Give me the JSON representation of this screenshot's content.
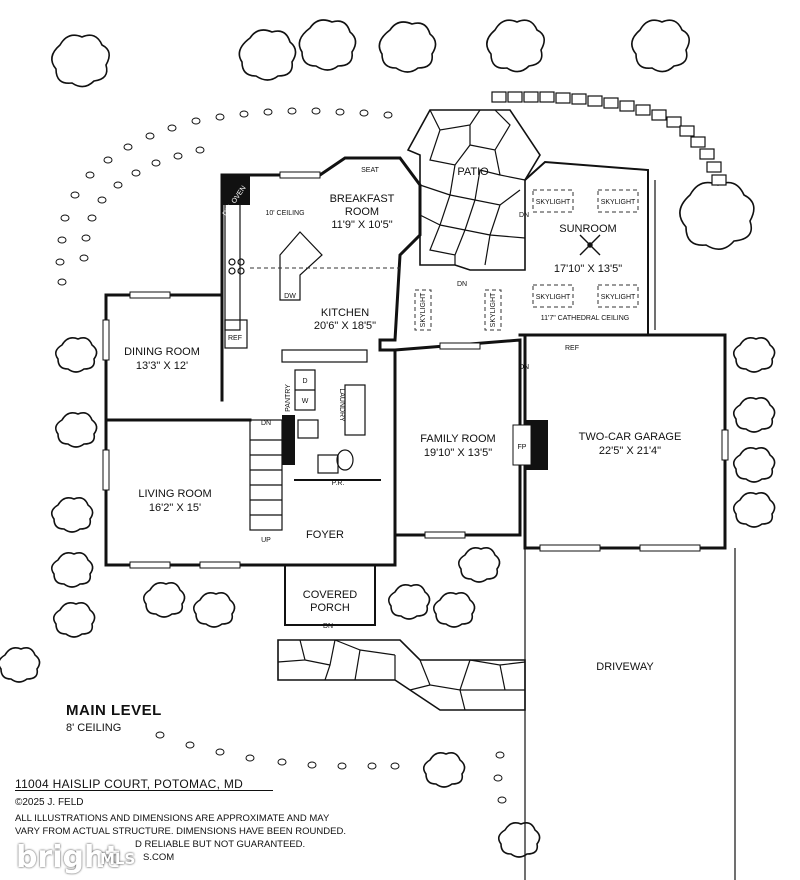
{
  "rooms": {
    "breakfast": {
      "name_line1": "BREAKFAST",
      "name_line2": "ROOM",
      "dims": "11'9\" X 10'5\""
    },
    "kitchen": {
      "name": "KITCHEN",
      "dims": "20'6\" X 18'5\"",
      "ceiling": "10' CEILING"
    },
    "sunroom": {
      "name": "SUNROOM",
      "dims": "17'10\" X 13'5\"",
      "ceiling": "11'7\" CATHEDRAL CEILING"
    },
    "patio": {
      "name": "PATIO"
    },
    "dining": {
      "name": "DINING ROOM",
      "dims": "13'3\" X 12'"
    },
    "living": {
      "name": "LIVING ROOM",
      "dims": "16'2\" X 15'"
    },
    "family": {
      "name": "FAMILY ROOM",
      "dims": "19'10\" X 13'5\""
    },
    "garage": {
      "name": "TWO-CAR GARAGE",
      "dims": "22'5\" X 21'4\""
    },
    "foyer": {
      "name": "FOYER"
    },
    "porch": {
      "name_line1": "COVERED",
      "name_line2": "PORCH"
    },
    "pantry": {
      "name": "PANTRY"
    },
    "laundry": {
      "name": "LAUNDRY"
    },
    "powder": {
      "name": "P.R."
    },
    "driveway": {
      "name": "DRIVEWAY"
    }
  },
  "fixtures": {
    "seat": "SEAT",
    "dbl_oven": "DBL OVEN",
    "dw": "DW",
    "ref_kitchen": "REF",
    "ref_garage": "REF",
    "skylight": "SKYLIGHT",
    "fp": "FP",
    "washer": "W",
    "dryer": "D",
    "dn": "DN",
    "up": "UP"
  },
  "level": {
    "title": "MAIN LEVEL",
    "subtitle": "8' CEILING"
  },
  "footer": {
    "address": "11004 HAISLIP COURT, POTOMAC, MD",
    "copyright": "©2025 J. FELD",
    "disclaimer_1": "ALL ILLUSTRATIONS AND DIMENSIONS ARE APPROXIMATE AND MAY",
    "disclaimer_2": "VARY FROM ACTUAL STRUCTURE. DIMENSIONS HAVE BEEN ROUNDED.",
    "disclaimer_3": "D RELIABLE BUT NOT GUARANTEED.",
    "disclaimer_4": "S.COM"
  },
  "watermark": {
    "brand": "bright",
    "suffix": "MLS"
  }
}
